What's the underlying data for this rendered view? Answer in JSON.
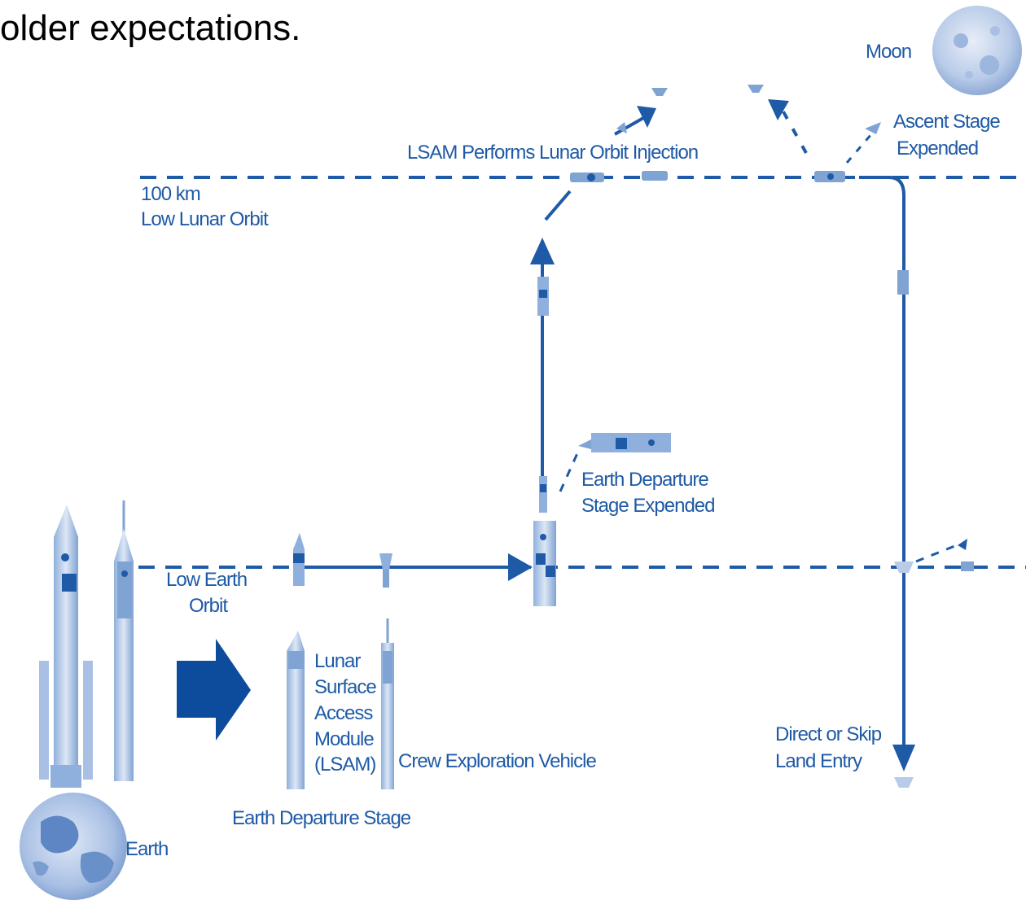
{
  "heading_fragment": "older expectations.",
  "colors": {
    "line_blue": "#1f5aa6",
    "light_blue": "#7fa3d3",
    "pale_blue": "#c9d8ef",
    "dark_blue": "#0d4c9c"
  },
  "labels": {
    "moon": "Moon",
    "ascent_stage_1": "Ascent Stage",
    "ascent_stage_2": "Expended",
    "lsam_loi": "LSAM Performs Lunar Orbit Injection",
    "llo_1": "100 km",
    "llo_2": "Low Lunar Orbit",
    "eds_expended_1": "Earth Departure",
    "eds_expended_2": "Stage Expended",
    "leo_1": "Low Earth",
    "leo_2": "Orbit",
    "lsam_1": "Lunar",
    "lsam_2": "Surface",
    "lsam_3": "Access",
    "lsam_4": "Module",
    "lsam_5": "(LSAM)",
    "cev": "Crew Exploration Vehicle",
    "eds": "Earth Departure Stage",
    "earth": "Earth",
    "entry_1": "Direct or Skip",
    "entry_2": "Land Entry"
  }
}
